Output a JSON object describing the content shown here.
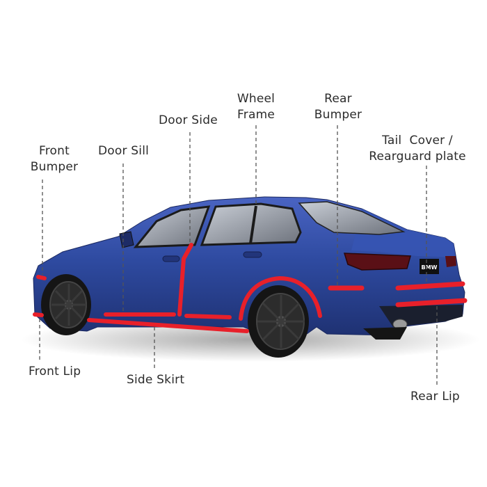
{
  "labels": {
    "front_bumper": [
      "Front",
      "Bumper"
    ],
    "door_sill": "Door Sill",
    "door_side": "Door Side",
    "wheel_frame": [
      "Wheel",
      "Frame"
    ],
    "rear_bumper": [
      "Rear",
      "Bumper"
    ],
    "tail_cover": [
      "Tail  Cover /",
      "Rearguard plate"
    ],
    "front_lip": "Front Lip",
    "side_skirt": "Side Skirt",
    "rear_lip": "Rear Lip"
  },
  "plate_text": "BMW",
  "colors": {
    "car_body": "#2e4aa0",
    "trim": "#e8202a",
    "leader_line": "#555555",
    "text": "#2b2b2b"
  }
}
